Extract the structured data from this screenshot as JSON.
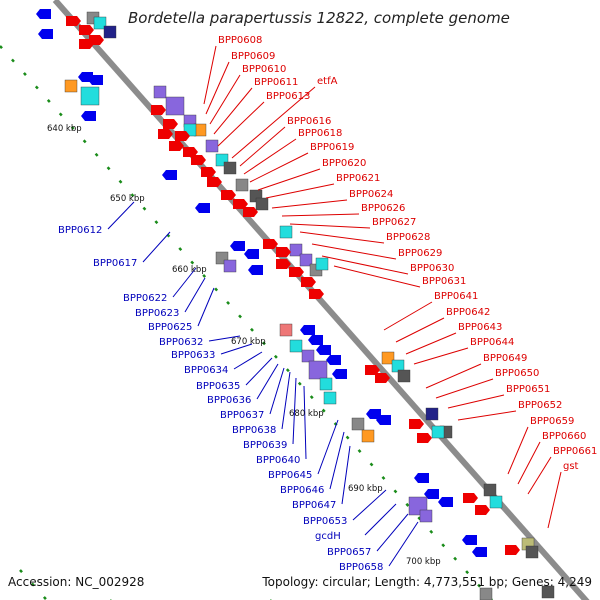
{
  "title": "Bordetella parapertussis 12822, complete genome",
  "footer": {
    "accession": "Accession: NC_002928",
    "stats": "Topology: circular; Length: 4,773,551 bp; Genes: 4,249"
  },
  "colors": {
    "backbone": "#8c8c8c",
    "tick": "#1a8c1a",
    "forward_label": "#dd0000",
    "reverse_label": "#0000bb",
    "forward_gene": "#ee0000",
    "reverse_gene": "#0000ee",
    "cyan": "#22dddd",
    "purple": "#8866dd",
    "orange": "#ff9922",
    "gray": "#888888",
    "dark_gray": "#555555",
    "navy": "#222288",
    "khaki": "#bbbb77",
    "pink": "#ee7777"
  },
  "scale_labels": [
    "640 kbp",
    "650 kbp",
    "660 kbp",
    "670 kbp",
    "680 kbp",
    "690 kbp",
    "700 kbp"
  ],
  "forward_labels": [
    "BPP0608",
    "BPP0609",
    "BPP0610",
    "BPP0611",
    "BPP0613",
    "etfA",
    "BPP0616",
    "BPP0618",
    "BPP0619",
    "BPP0620",
    "BPP0621",
    "BPP0624",
    "BPP0626",
    "BPP0627",
    "BPP0628",
    "BPP0629",
    "BPP0630",
    "BPP0631",
    "BPP0641",
    "BPP0642",
    "BPP0643",
    "BPP0644",
    "BPP0649",
    "BPP0650",
    "BPP0651",
    "BPP0652",
    "BPP0659",
    "BPP0660",
    "BPP0661",
    "gst"
  ],
  "reverse_labels": [
    "BPP0612",
    "BPP0617",
    "BPP0622",
    "BPP0623",
    "BPP0625",
    "BPP0632",
    "BPP0633",
    "BPP0634",
    "BPP0635",
    "BPP0636",
    "BPP0637",
    "BPP0638",
    "BPP0639",
    "BPP0640",
    "BPP0645",
    "BPP0646",
    "BPP0647",
    "BPP0653",
    "gcdH",
    "BPP0657",
    "BPP0658"
  ]
}
